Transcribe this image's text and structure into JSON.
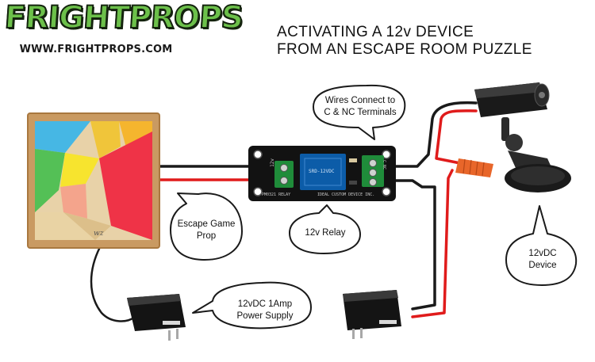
{
  "logo": {
    "brand": "FRIGHTPROPS",
    "url": "WWW.FRIGHTPROPS.COM"
  },
  "title": {
    "line1": "ACTIVATING A 12v DEVICE",
    "line2": "FROM AN ESCAPE ROOM PUZZLE"
  },
  "callouts": {
    "wires_line1": "Wires Connect to",
    "wires_line2": "C & NC Terminals",
    "prop_line1": "Escape Game",
    "prop_line2": "Prop",
    "relay": "12v Relay",
    "power_line1": "12vDC 1Amp",
    "power_line2": "Power Supply",
    "device_line1": "12vDC",
    "device_line2": "Device"
  },
  "relay_board": {
    "left_pins": "12v",
    "right_pins": "C NC",
    "bottom_left": "PM0321 RELAY",
    "bottom_right": "IDEAL CUSTOM DEVICE INC.",
    "relay_mark": "SRD-12VDC"
  },
  "colors": {
    "wire_red": "#e01b1b",
    "wire_black": "#1a1a1a",
    "logo_green": "#6cc04a",
    "terminal_green": "#1f8c3a",
    "wire_nut_orange": "#e8662a"
  }
}
